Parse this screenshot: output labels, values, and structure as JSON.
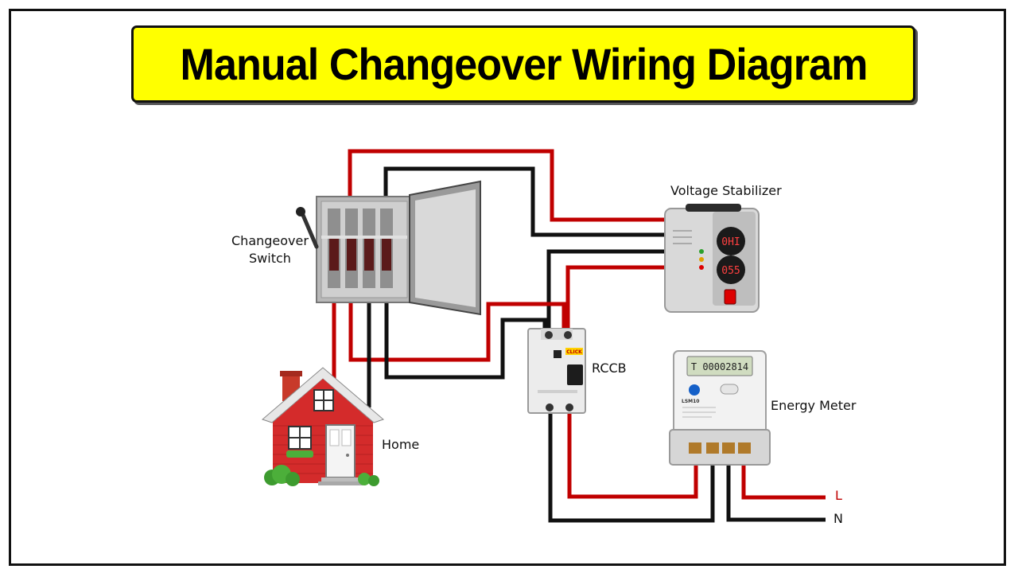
{
  "title": "Manual Changeover Wiring Diagram",
  "labels": {
    "changeover_switch": "Changeover\nSwitch",
    "voltage_stabilizer": "Voltage Stabilizer",
    "rccb": "RCCB",
    "home": "Home",
    "energy_meter": "Energy Meter",
    "line": "L",
    "neutral": "N"
  },
  "device_text": {
    "stabilizer_display_top": "0HI",
    "stabilizer_display_bottom": "055",
    "meter_reading": "T 00002814",
    "meter_model": "LSM10",
    "rccb_brand": "CLICK"
  },
  "colors": {
    "banner": "#ffff00",
    "live_wire": "#c00000",
    "neutral_wire": "#111111",
    "house_wall": "#d42b2b",
    "house_roof": "#e7e7e7"
  }
}
